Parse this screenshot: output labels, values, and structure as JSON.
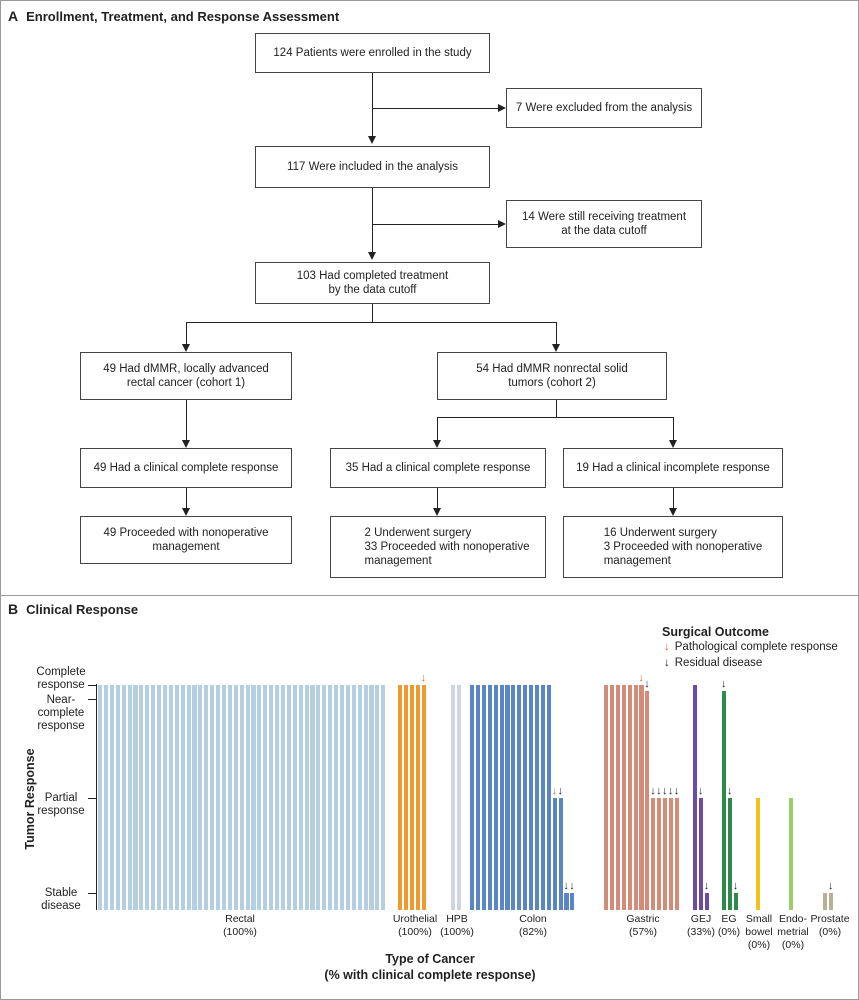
{
  "panelA": {
    "letter": "A",
    "title": "Enrollment, Treatment, and Response Assessment",
    "boxes": {
      "enrolled": "124 Patients were enrolled in the study",
      "excluded": "7 Were excluded from the analysis",
      "included": "117 Were included in the analysis",
      "still_receiving": "14 Were still receiving treatment\nat the data cutoff",
      "completed": "103 Had completed treatment\nby the data cutoff",
      "cohort1": "49 Had dMMR, locally advanced\nrectal cancer (cohort 1)",
      "cohort2": "54 Had dMMR nonrectal solid\ntumors (cohort 2)",
      "c1_ccr": "49 Had a clinical complete response",
      "c2_ccr": "35 Had a clinical complete response",
      "c2_cir": "19 Had a clinical incomplete response",
      "c1_nonop": "49 Proceeded with nonoperative\nmanagement",
      "c2_ccr_outcome": "2 Underwent surgery\n33 Proceeded with nonoperative\nmanagement",
      "c2_cir_outcome": "16 Underwent surgery\n3 Proceeded with nonoperative\nmanagement"
    }
  },
  "panelB": {
    "letter": "B",
    "title": "Clinical Response",
    "legend": {
      "title": "Surgical Outcome",
      "items": [
        {
          "label": "Pathological complete response",
          "color": "#d9683a"
        },
        {
          "label": "Residual disease",
          "color": "#222222"
        }
      ]
    },
    "y_title": "Tumor Response",
    "x_title": "Type of Cancer\n(% with clinical complete response)",
    "y_labels": [
      "Complete\nresponse",
      "Near-\ncomplete\nresponse",
      "Partial\nresponse",
      "Stable\ndisease"
    ],
    "arrow_glyph": "↓"
  },
  "chart_data": {
    "type": "bar",
    "title": "Clinical Response",
    "xlabel": "Type of Cancer (% with clinical complete response)",
    "ylabel": "Tumor Response",
    "y_levels": [
      "Stable disease",
      "Partial response",
      "Near-complete response",
      "Complete response"
    ],
    "y_level_values": [
      0,
      1,
      2,
      3
    ],
    "marker_legend": {
      "pcr": "Pathological complete response",
      "residual": "Residual disease"
    },
    "groups": [
      {
        "name": "Rectal",
        "pct": "(100%)",
        "color": "#b4cfe2",
        "bars": [
          {
            "value": 3,
            "count": 49
          }
        ]
      },
      {
        "name": "Urothelial",
        "pct": "(100%)",
        "color": "#ef9a2e",
        "bars": [
          {
            "value": 3,
            "count": 5,
            "markers": {
              "4": "pcr"
            }
          }
        ]
      },
      {
        "name": "HPB",
        "pct": "(100%)",
        "color": "#cfd5dc",
        "bars": [
          {
            "value": 3,
            "count": 2
          }
        ]
      },
      {
        "name": "Colon",
        "pct": "(82%)",
        "color": "#5a86c5",
        "bars": [
          {
            "value": 3,
            "count": 14
          },
          {
            "value": 1,
            "count": 2,
            "markers": {
              "0": "pcr",
              "1": "residual"
            }
          },
          {
            "value": 0,
            "count": 2,
            "markers": {
              "0": "residual",
              "1": "residual"
            }
          }
        ]
      },
      {
        "name": "Gastric",
        "pct": "(57%)",
        "color": "#d38c79",
        "bars": [
          {
            "value": 3,
            "count": 7,
            "markers": {
              "6": "pcr"
            }
          },
          {
            "value": 2.85,
            "count": 1,
            "markers": {
              "0": "residual"
            }
          },
          {
            "value": 1,
            "count": 5,
            "markers": {
              "0": "residual",
              "1": "residual",
              "2": "residual",
              "3": "residual",
              "4": "residual"
            }
          }
        ]
      },
      {
        "name": "GEJ",
        "pct": "(33%)",
        "color": "#6d4aa3",
        "bars": [
          {
            "value": 3,
            "count": 1
          },
          {
            "value": 1,
            "count": 1,
            "markers": {
              "0": "residual"
            }
          },
          {
            "value": 0,
            "count": 1,
            "markers": {
              "0": "residual"
            }
          }
        ]
      },
      {
        "name": "EG",
        "pct": "(0%)",
        "color": "#2e8a4a",
        "bars": [
          {
            "value": 2.85,
            "count": 1,
            "markers": {
              "0": "residual"
            }
          },
          {
            "value": 1,
            "count": 1,
            "markers": {
              "0": "residual"
            }
          },
          {
            "value": 0,
            "count": 1,
            "markers": {
              "0": "residual"
            }
          }
        ]
      },
      {
        "name": "Small\nbowel",
        "pct": "(0%)",
        "color": "#f0c419",
        "bars": [
          {
            "value": 1,
            "count": 1
          }
        ]
      },
      {
        "name": "Endo-\nmetrial",
        "pct": "(0%)",
        "color": "#9fcd6a",
        "bars": [
          {
            "value": 1,
            "count": 1
          }
        ]
      },
      {
        "name": "Prostate",
        "pct": "(0%)",
        "color": "#b8b096",
        "bars": [
          {
            "value": 0,
            "count": 2,
            "markers": {
              "1": "residual"
            }
          }
        ]
      }
    ]
  }
}
